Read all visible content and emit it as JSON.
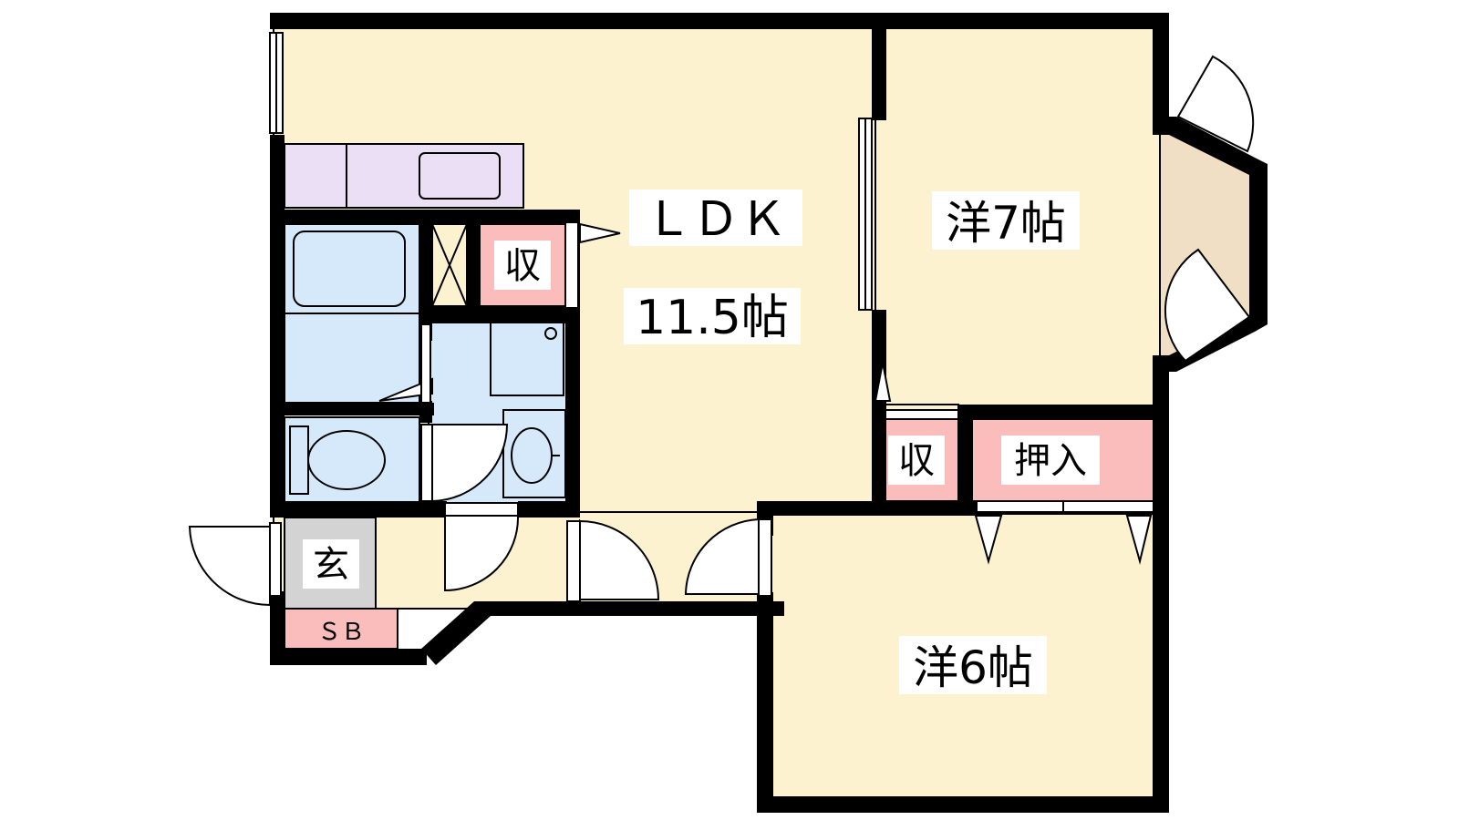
{
  "floor_plan": {
    "rooms": {
      "ldk": {
        "name": "ＬＤＫ",
        "size": "11.5帖"
      },
      "western_7": {
        "label": "洋7帖"
      },
      "western_6": {
        "label": "洋6帖"
      },
      "storage_ldk": {
        "label": "収"
      },
      "storage_7": {
        "label": "収"
      },
      "closet": {
        "label": "押入"
      },
      "entrance": {
        "label": "玄"
      },
      "shoe_box": {
        "label": "ＳＢ"
      }
    },
    "colors": {
      "living": "#fdf2d0",
      "wet_area": "#d6e9fb",
      "kitchen": "#eadff5",
      "storage": "#fbbcbc",
      "entrance": "#d3d3d3",
      "bay": "#f0dfc4",
      "wall": "#000000"
    }
  }
}
